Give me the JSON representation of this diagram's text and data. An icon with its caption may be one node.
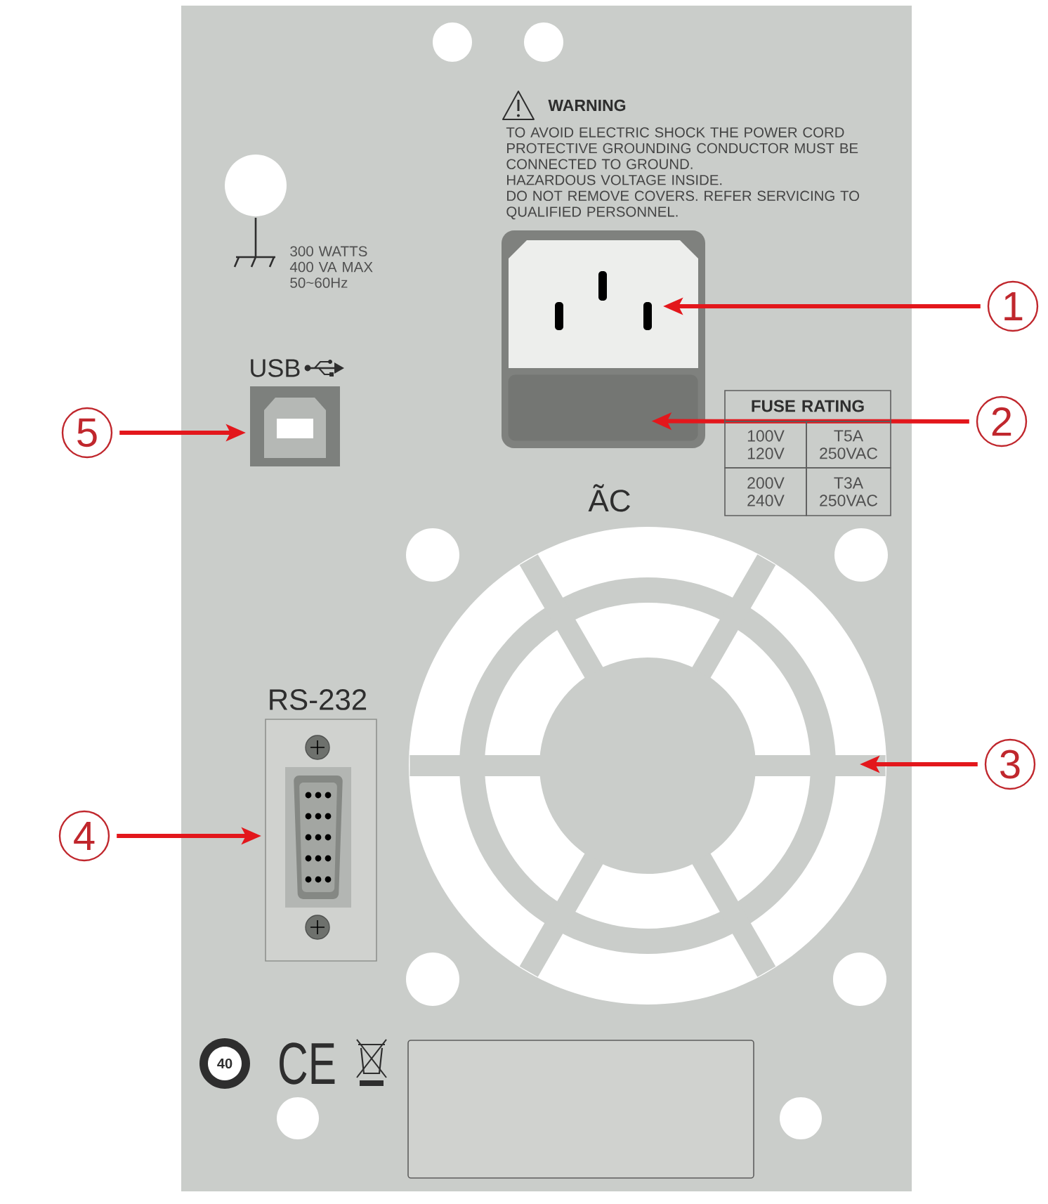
{
  "diagram": {
    "nodes": [
      {
        "text": [],
        "shape": "picture"
      },
      {
        "text": [],
        "shape": "box",
        "in": 0
      },
      {
        "text": [],
        "shape": "picture"
      },
      {
        "text": [
          "RS-232"
        ]
      },
      {
        "text": [
          "USB"
        ]
      },
      {
        "text": [
          "1"
        ]
      },
      {
        "text": [
          "2"
        ]
      },
      {
        "text": [
          "3"
        ]
      },
      {
        "text": [
          "4"
        ]
      },
      {
        "text": [
          "5"
        ]
      },
      {
        "text": [],
        "shape": "box"
      }
    ],
    "edges": [
      {
        "from": 5,
        "to": 0,
        "arrow": "to"
      },
      {
        "from": 6,
        "to": 1,
        "arrow": "to"
      },
      {
        "from": 7,
        "to": 2,
        "arrow": "to"
      },
      {
        "from": 8,
        "to": 3,
        "arrow": "to"
      },
      {
        "from": 9,
        "to": 4,
        "arrow": "to"
      }
    ],
    "labels": [
      "WARNING",
      "TO AVOID ELECTRIC SHOCK THE POWER CORD PROTECTIVE GROUNDING CONDUCTOR MUST BE CONNECTED TO GROUND.",
      "HAZARDOUS VOLTAGE INSIDE.",
      "DO NOT REMOVE COVERS. REFER SERVICING TO QUALIFIED PERSONNEL.",
      "300 WATTS 400 VA MAX 50~60Hz",
      "FUSE RATING",
      "100V 120V",
      "T5A 250VAC",
      "200V 240V",
      "T3A 250VAC",
      "ÃC",
      "40",
      "CE"
    ]
  }
}
